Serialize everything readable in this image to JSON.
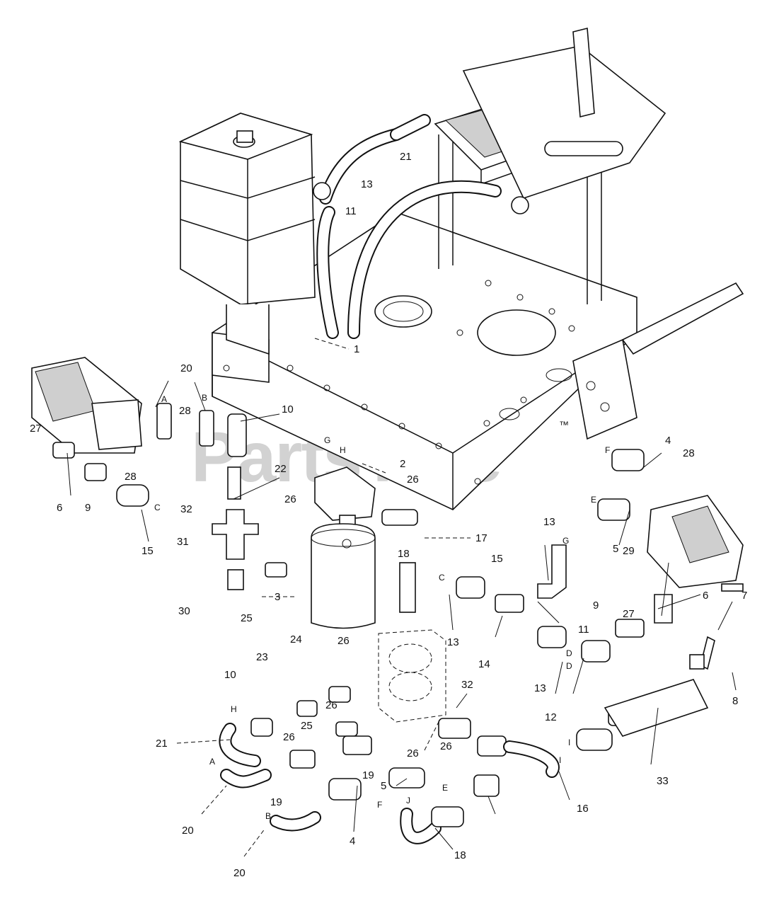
{
  "watermark": "PartsTree",
  "watermark_tm": "™",
  "callouts": [
    "1",
    "2",
    "3",
    "4",
    "4",
    "5",
    "5",
    "6",
    "6",
    "7",
    "8",
    "9",
    "9",
    "10",
    "10",
    "11",
    "11",
    "12",
    "13",
    "13",
    "13",
    "13",
    "14",
    "15",
    "15",
    "16",
    "17",
    "18",
    "18",
    "19",
    "19",
    "20",
    "20",
    "20",
    "21",
    "21",
    "22",
    "23",
    "24",
    "25",
    "25",
    "26",
    "26",
    "26",
    "26",
    "26",
    "26",
    "26",
    "27",
    "27",
    "28",
    "28",
    "28",
    "29",
    "30",
    "31",
    "32",
    "32",
    "33"
  ],
  "letters": [
    "A",
    "B",
    "C",
    "G",
    "H",
    "F",
    "E",
    "C",
    "G",
    "D",
    "D",
    "H",
    "A",
    "B",
    "F",
    "E",
    "J",
    "I",
    "I"
  ]
}
